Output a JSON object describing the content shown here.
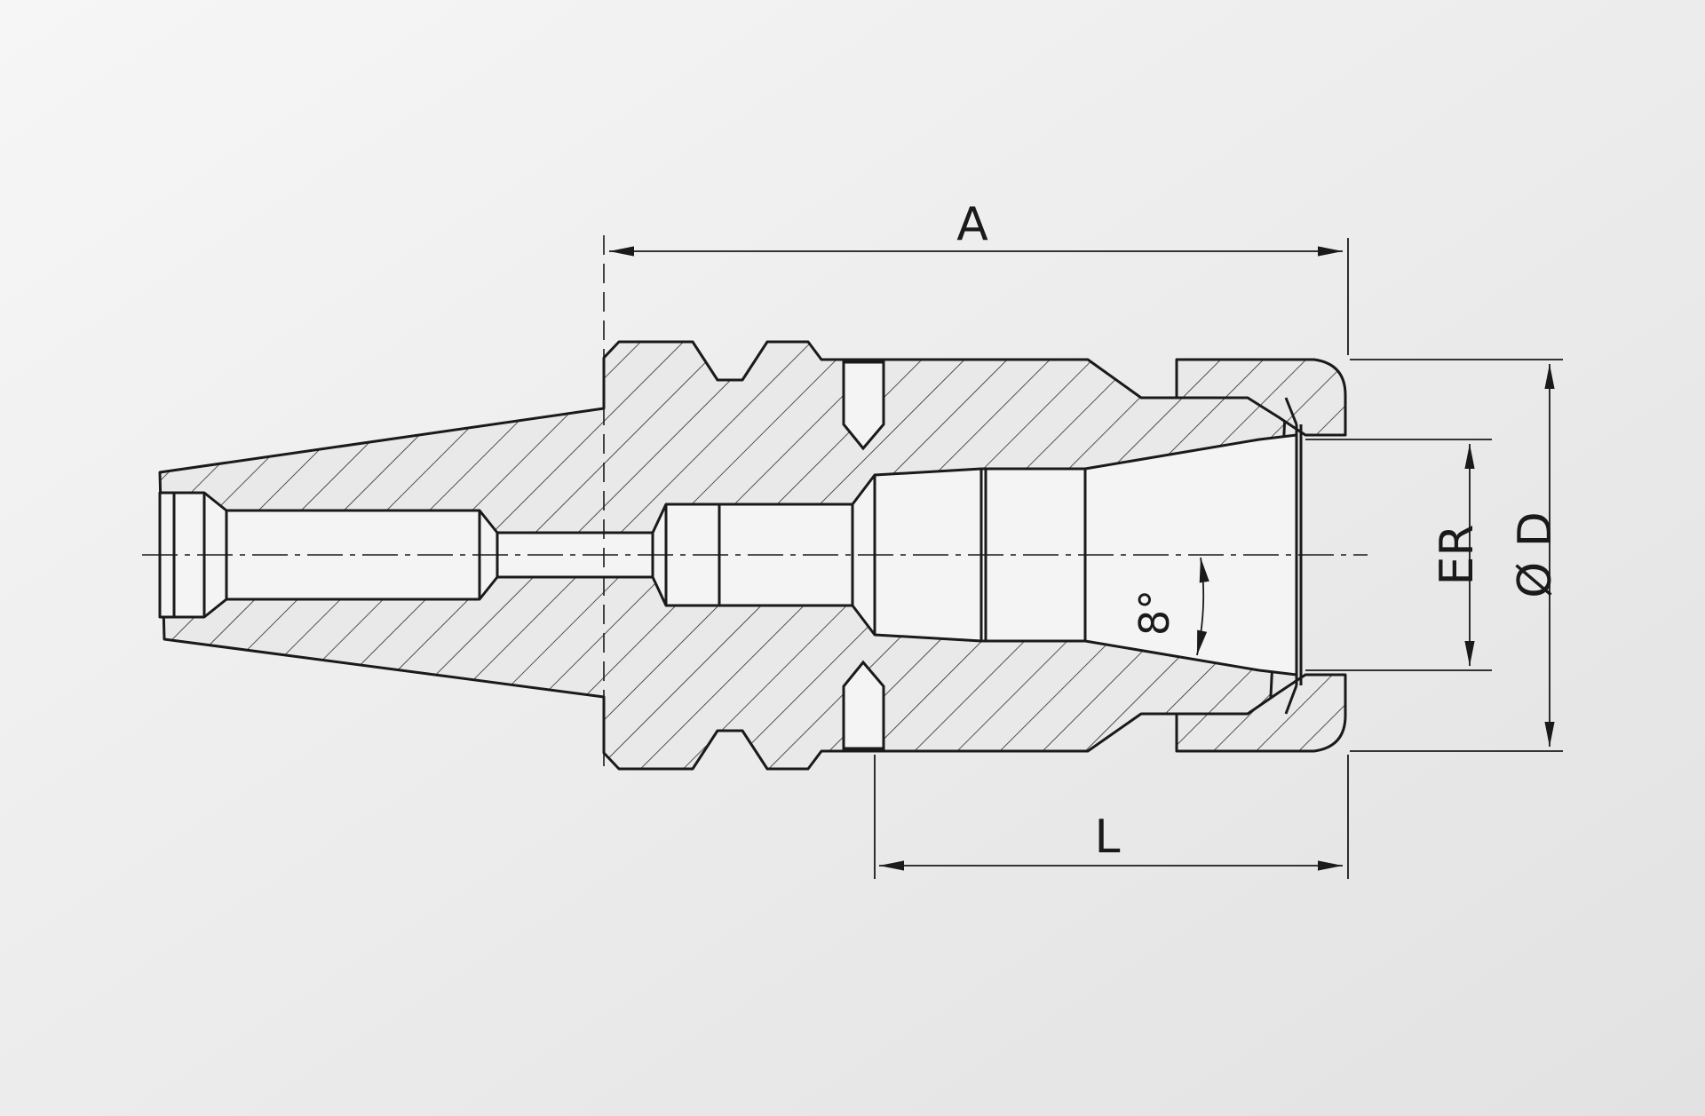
{
  "drawing": {
    "background_colors": [
      "#f3f3f3",
      "#e3e3e3"
    ],
    "line_color": "#1a1a1a",
    "hatch_color": "#2a2a2a"
  },
  "dimensions": {
    "a_label": "A",
    "l_label": "L",
    "er_label": "ER",
    "d_label": "Ø D",
    "angle_label": "8°"
  }
}
